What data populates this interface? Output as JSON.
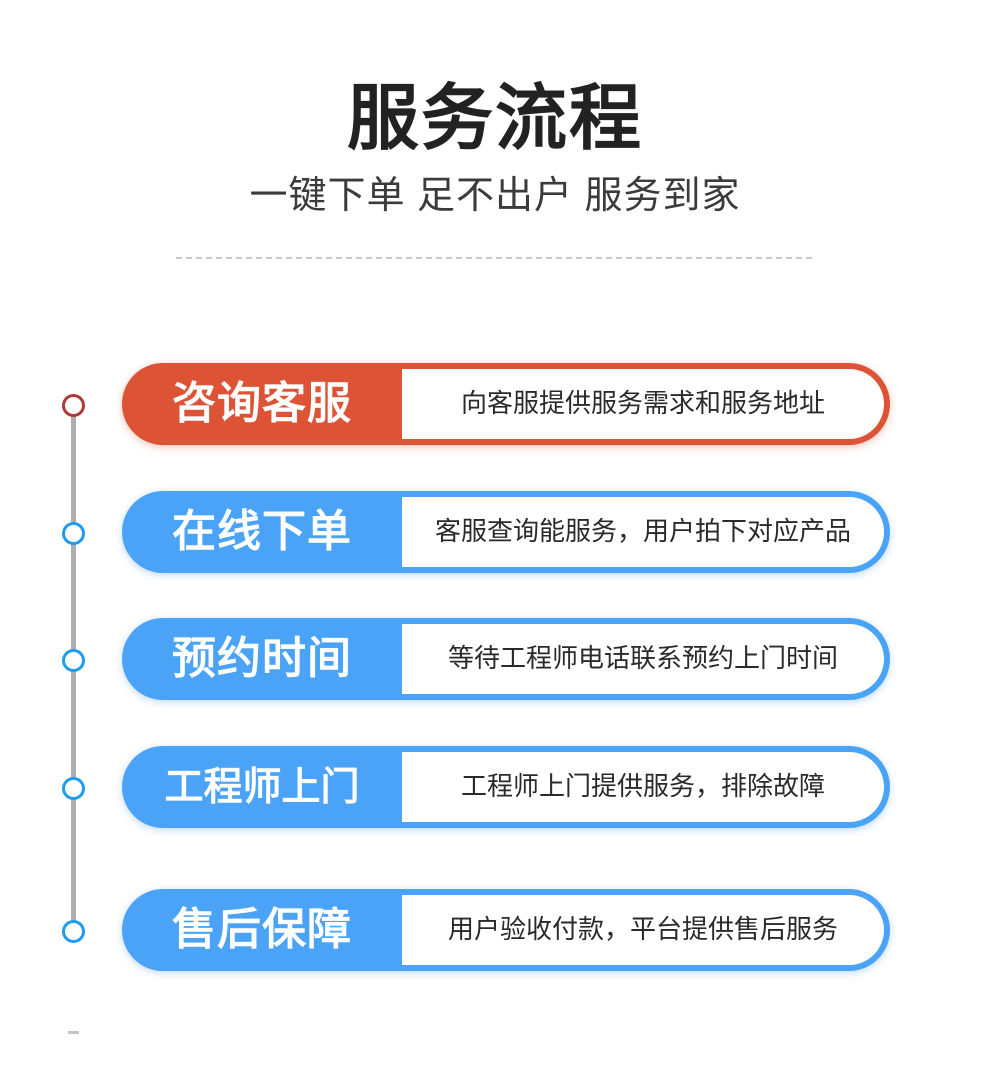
{
  "header": {
    "title": "服务流程",
    "subtitle": "一键下单 足不出户 服务到家"
  },
  "colors": {
    "accent_orange": "#dd5336",
    "accent_blue": "#4ba3f7",
    "marker_first": "#ae3a38",
    "marker_blue": "#1f9cf0",
    "timeline_line": "#aeaeae",
    "divider": "#c9c9c9",
    "title_text": "#222222",
    "desc_text": "#2a2a2a"
  },
  "steps": [
    {
      "label": "咨询客服",
      "desc": "向客服提供服务需求和服务地址",
      "accent": "orange",
      "marker": "first"
    },
    {
      "label": "在线下单",
      "desc": "客服查询能服务，用户拍下对应产品",
      "accent": "blue",
      "marker": "blue"
    },
    {
      "label": "预约时间",
      "desc": "等待工程师电话联系预约上门时间",
      "accent": "blue",
      "marker": "blue"
    },
    {
      "label": "工程师上门",
      "desc": "工程师上门提供服务，排除故障",
      "accent": "blue",
      "marker": "blue"
    },
    {
      "label": "售后保障",
      "desc": "用户验收付款，平台提供售后服务",
      "accent": "blue",
      "marker": "blue"
    }
  ]
}
